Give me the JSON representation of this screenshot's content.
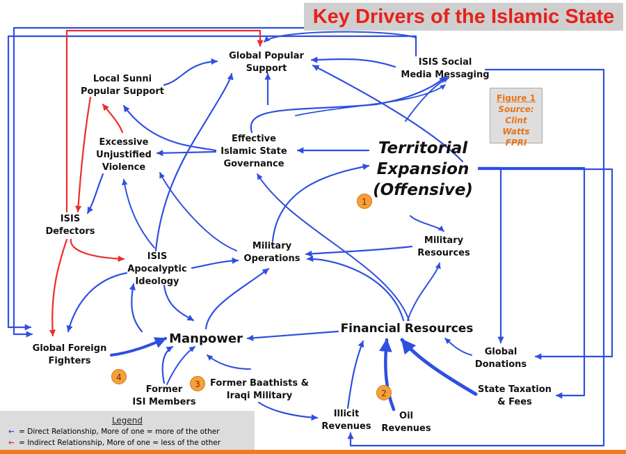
{
  "title": "Key Drivers of the Islamic State",
  "colors": {
    "title_text": "#e8201a",
    "direct": "#2f4fe0",
    "indirect": "#ee2b2b",
    "figure_text": "#e8731a",
    "footer_rule": "#f47a20"
  },
  "figure_note": {
    "title": "Figure 1",
    "lines": [
      "Source:",
      "Clint Watts",
      "FPRI"
    ]
  },
  "nodes": {
    "global_popular_support": [
      "Global Popular",
      "Support"
    ],
    "local_sunni_support": [
      "Local Sunni",
      "Popular Support"
    ],
    "isis_social_media": [
      "ISIS Social",
      "Media Messaging"
    ],
    "excessive_violence": [
      "Excessive",
      "Unjustified",
      "Violence"
    ],
    "effective_governance": [
      "Effective",
      "Islamic State",
      "Governance"
    ],
    "territorial_expansion": [
      "Territorial",
      "Expansion",
      "(Offensive)"
    ],
    "isis_defectors": [
      "ISIS",
      "Defectors"
    ],
    "military_resources": [
      "Military",
      "Resources"
    ],
    "isis_apocalyptic_ideology": [
      "ISIS",
      "Apocalyptic",
      "Ideology"
    ],
    "military_operations": [
      "Military",
      "Operations"
    ],
    "manpower": [
      "Manpower"
    ],
    "financial_resources": [
      "Financial Resources"
    ],
    "global_foreign_fighters": [
      "Global Foreign",
      "Fighters"
    ],
    "global_donations": [
      "Global",
      "Donations"
    ],
    "former_isi_members": [
      "Former",
      "ISI Members"
    ],
    "former_baathists": [
      "Former Baathists &",
      "Iraqi Military"
    ],
    "state_taxation": [
      "State Taxation",
      "& Fees"
    ],
    "illicit_revenues": [
      "Illicit",
      "Revenues"
    ],
    "oil_revenues": [
      "Oil",
      "Revenues"
    ]
  },
  "badges": [
    "1",
    "2",
    "3",
    "4"
  ],
  "legend": {
    "title": "Legend",
    "direct": "= Direct Relationship, More of one = more of the other",
    "indirect": "= Indirect Relationship, More of one = less of the other"
  }
}
